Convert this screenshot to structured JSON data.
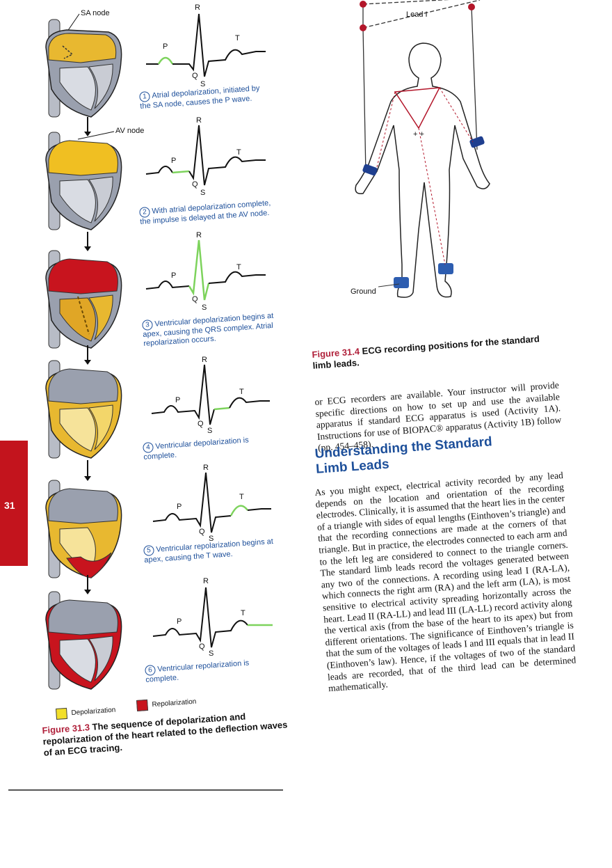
{
  "left": {
    "sa_node_label": "SA node",
    "av_node_label": "AV node",
    "wave_labels": {
      "P": "P",
      "Q": "Q",
      "R": "R",
      "S": "S",
      "T": "T"
    },
    "steps": [
      {
        "num": "1",
        "text": "Atrial depolarization, initiated by the SA node, causes the P wave."
      },
      {
        "num": "2",
        "text": "With atrial depolarization complete, the impulse is delayed at the AV node."
      },
      {
        "num": "3",
        "text": "Ventricular depolarization begins at apex, causing the QRS complex. Atrial repolarization occurs."
      },
      {
        "num": "4",
        "text": "Ventricular depolarization is complete."
      },
      {
        "num": "5",
        "text": "Ventricular repolarization begins at apex, causing the T wave."
      },
      {
        "num": "6",
        "text": "Ventricular repolarization is complete."
      }
    ],
    "legend": {
      "depolarization": "Depolarization",
      "repolarization": "Repolarization"
    },
    "figure": {
      "number": "Figure 31.3",
      "caption": "The sequence of depolarization and repolarization of the heart related to the deflection waves of an ECG tracing."
    },
    "tab_number": "31"
  },
  "right": {
    "lead_label": "Lead I",
    "ground_label": "Ground",
    "figure": {
      "number": "Figure 31.4",
      "caption": "ECG recording positions for the standard limb leads."
    },
    "intro_paragraph": "or ECG recorders are available. Your instructor will provide specific directions on how to set up and use the available apparatus if standard ECG apparatus is used (Activity 1A). Instructions for use of BIOPAC® apparatus (Activity 1B) follow (pp. 454–458).",
    "heading": "Understanding the Standard Limb Leads",
    "body_paragraph": "As you might expect, electrical activity recorded by any lead depends on the location and orientation of the recording electrodes. Clinically, it is assumed that the heart lies in the center of a triangle with sides of equal lengths (Einthoven’s triangle) and that the recording connections are made at the corners of that triangle. But in practice, the electrodes connected to each arm and to the left leg are considered to connect to the triangle corners. The standard limb leads record the voltages generated between any two of the connections. A recording using lead I (RA-LA), which connects the right arm (RA) and the left arm (LA), is most sensitive to electrical activity spreading horizontally across the heart. Lead II (RA-LL) and lead III (LA-LL) record activity along the vertical axis (from the base of the heart to its apex) but from different orientations. The significance of Einthoven’s triangle is that the sum of the voltages of leads I and III equals that in lead II (Einthoven’s law). Hence, if the voltages of two of the standard leads are recorded, that of the third lead can be determined mathematically."
  },
  "colors": {
    "depolarization": "#f2cf2a",
    "repolarization": "#c8141e",
    "trace_highlight": "#7dd35c",
    "caption_blue": "#1d4f9a",
    "figure_red": "#b0203a"
  }
}
